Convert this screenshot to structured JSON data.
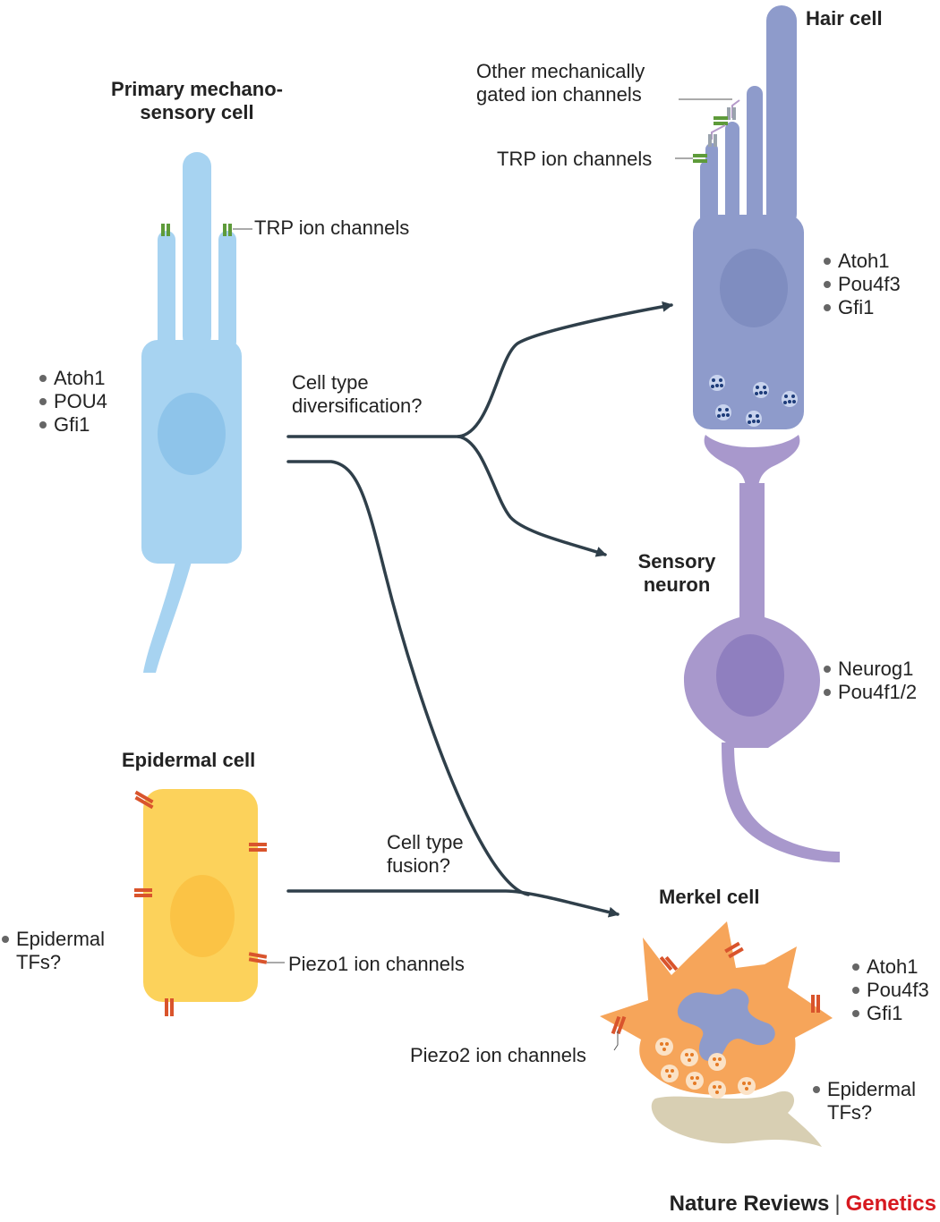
{
  "primary_cell": {
    "title": "Primary mechano-\nsensory cell",
    "channel_label": "TRP ion channels",
    "genes": [
      "Atoh1",
      "POU4",
      "Gfi1"
    ]
  },
  "hair_cell": {
    "title": "Hair cell",
    "other_channels_label": "Other mechanically\ngated ion channels",
    "trp_label": "TRP ion channels",
    "genes": [
      "Atoh1",
      "Pou4f3",
      "Gfi1"
    ]
  },
  "sensory_neuron": {
    "title": "Sensory\nneuron",
    "genes": [
      "Neurog1",
      "Pou4f1/2"
    ]
  },
  "epidermal_cell": {
    "title": "Epidermal cell",
    "channel_label": "Piezo1 ion channels",
    "genes": [
      "Epidermal\nTFs?"
    ]
  },
  "merkel_cell": {
    "title": "Merkel cell",
    "channel_label": "Piezo2 ion channels",
    "genes": [
      "Atoh1",
      "Pou4f3",
      "Gfi1"
    ],
    "extra_genes": [
      "Epidermal\nTFs?"
    ]
  },
  "arrows": {
    "diversification": "Cell type\ndiversification?",
    "fusion": "Cell type\nfusion?"
  },
  "footer": {
    "journal": "Nature Reviews",
    "separator": "|",
    "section": "Genetics"
  },
  "colors": {
    "primary_cell": "#a7d3f1",
    "hair_cell": "#8e9bcb",
    "neuron": "#a898cc",
    "epidermal": "#fcd25b",
    "merkel": "#f6a55a",
    "arrow": "#2f3f4a",
    "trp_channel": "#5e9b3a",
    "piezo_channel": "#d9542c",
    "brand_red": "#d71920"
  }
}
